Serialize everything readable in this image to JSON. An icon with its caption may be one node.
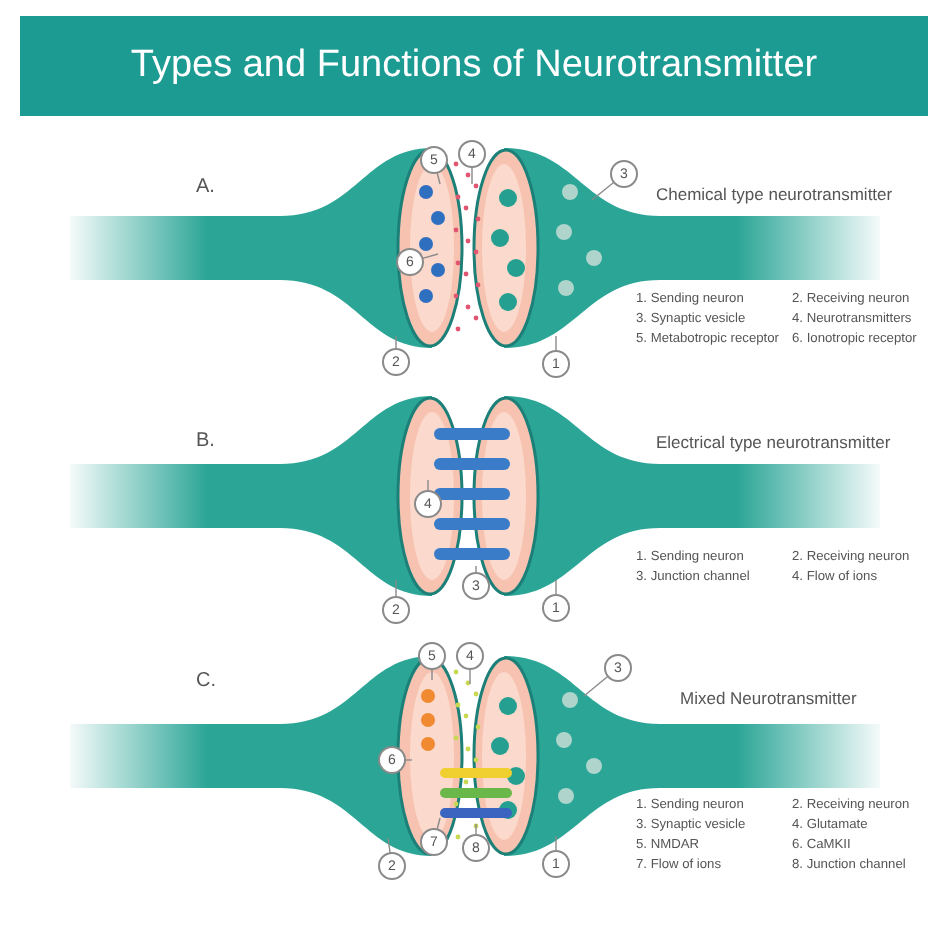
{
  "diagram": {
    "title": "Types and Functions of Neurotransmitter",
    "nodes": [
      {
        "text": [
          "5"
        ]
      },
      {
        "text": [
          "4"
        ]
      },
      {
        "text": [
          "3"
        ]
      },
      {
        "text": [
          "6"
        ]
      },
      {
        "text": [
          "2"
        ]
      },
      {
        "text": [
          "1"
        ]
      },
      {
        "text": [
          "4"
        ]
      },
      {
        "text": [
          "2"
        ]
      },
      {
        "text": [
          "3"
        ]
      },
      {
        "text": [
          "1"
        ]
      },
      {
        "text": [
          "5"
        ]
      },
      {
        "text": [
          "4"
        ]
      },
      {
        "text": [
          "3"
        ]
      },
      {
        "text": [
          "6"
        ]
      },
      {
        "text": [
          "7"
        ]
      },
      {
        "text": [
          "2"
        ]
      },
      {
        "text": [
          "8"
        ]
      },
      {
        "text": [
          "1"
        ]
      }
    ],
    "edges": [
      {
        "from": 0,
        "to": null,
        "arrow": "none"
      },
      {
        "from": 1,
        "to": null,
        "arrow": "none"
      },
      {
        "from": 2,
        "to": null,
        "arrow": "none"
      },
      {
        "from": 3,
        "to": null,
        "arrow": "none"
      },
      {
        "from": 4,
        "to": null,
        "arrow": "none"
      },
      {
        "from": 5,
        "to": null,
        "arrow": "none"
      },
      {
        "from": 6,
        "to": null,
        "arrow": "none"
      },
      {
        "from": 7,
        "to": null,
        "arrow": "none"
      },
      {
        "from": 8,
        "to": null,
        "arrow": "none"
      },
      {
        "from": 9,
        "to": null,
        "arrow": "none"
      },
      {
        "from": 10,
        "to": null,
        "arrow": "none"
      },
      {
        "from": 11,
        "to": null,
        "arrow": "none"
      },
      {
        "from": 12,
        "to": null,
        "arrow": "none"
      },
      {
        "from": 13,
        "to": null,
        "arrow": "none"
      },
      {
        "from": 14,
        "to": null,
        "arrow": "none"
      },
      {
        "from": 15,
        "to": null,
        "arrow": "none"
      },
      {
        "from": 16,
        "to": null,
        "arrow": "none"
      },
      {
        "from": 17,
        "to": null,
        "arrow": "none"
      }
    ],
    "labels": [
      "A.",
      "Chemical type neurotransmitter",
      "1. Sending neuron",
      "2. Receiving neuron",
      "3. Synaptic vesicle",
      "4. Neurotransmitters",
      "5. Metabotropic receptor",
      "6. Ionotropic receptor",
      "B.",
      "Electrical type neurotransmitter",
      "1. Sending neuron",
      "2. Receiving neuron",
      "3. Junction channel",
      "4. Flow of ions",
      "C.",
      "Mixed Neurotransmitter",
      "1. Sending neuron",
      "2. Receiving neuron",
      "3. Synaptic vesicle",
      "4. Glutamate",
      "5. NMDAR",
      "6. CaMKII",
      "7. Flow of ions",
      "8. Junction channel"
    ]
  }
}
